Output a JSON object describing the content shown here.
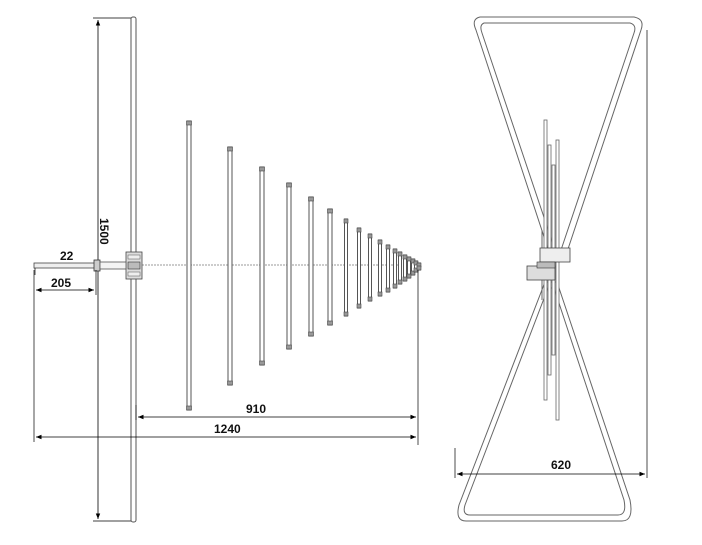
{
  "drawing": {
    "side_view": {
      "dimensions": {
        "overall_height": "1500",
        "connector_length": "22",
        "rear_length": "205",
        "lpda_length": "910",
        "total_length": "1240"
      }
    },
    "front_view": {
      "dimensions": {
        "width": "620"
      }
    }
  }
}
